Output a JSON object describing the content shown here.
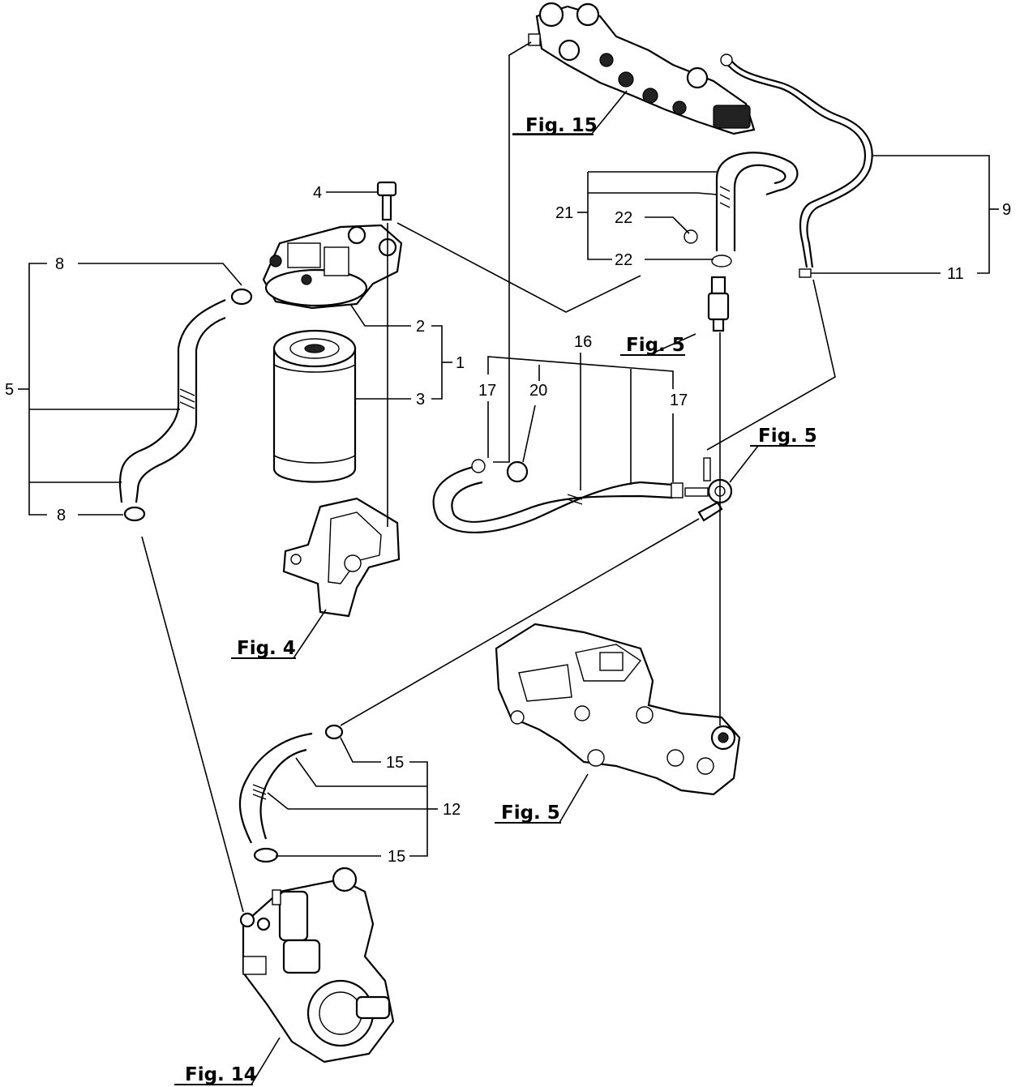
{
  "labels": {
    "n1": "1",
    "n2": "2",
    "n3": "3",
    "n4": "4",
    "n5": "5",
    "n8a": "8",
    "n8b": "8",
    "n9": "9",
    "n11": "11",
    "n12": "12",
    "n15a": "15",
    "n15b": "15",
    "n16": "16",
    "n17a": "17",
    "n17b": "17",
    "n20": "20",
    "n21": "21",
    "n22a": "22",
    "n22b": "22"
  },
  "figure_refs": {
    "fig15": "Fig. 15",
    "fig5_top": "Fig. 5",
    "fig5_right": "Fig. 5",
    "fig4": "Fig. 4",
    "fig5_bottom": "Fig. 5",
    "fig14": "Fig. 14"
  },
  "colors": {
    "line": "#000000",
    "background": "#ffffff"
  }
}
